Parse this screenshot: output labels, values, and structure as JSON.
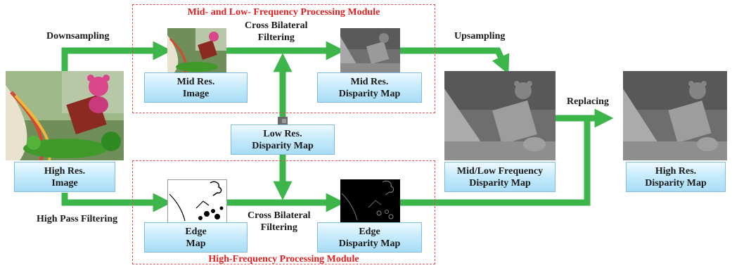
{
  "modules": {
    "mid_low": {
      "title": "Mid- and Low- Frequency Processing Module"
    },
    "high": {
      "title": "High-Frequency Processing Module"
    }
  },
  "steps": {
    "downsampling": "Downsampling",
    "cross_bilateral_top": [
      "Cross Bilateral",
      "Filtering"
    ],
    "upsampling": "Upsampling",
    "replacing": "Replacing",
    "high_pass": "High Pass Filtering",
    "cross_bilateral_bottom": [
      "Cross Bilateral",
      "Filtering"
    ]
  },
  "boxes": {
    "high_res_image": [
      "High Res.",
      "Image"
    ],
    "mid_res_image": [
      "Mid Res.",
      "Image"
    ],
    "mid_res_disparity": [
      "Mid Res.",
      "Disparity Map"
    ],
    "low_res_disparity": [
      "Low Res.",
      "Disparity Map"
    ],
    "mid_low_disparity": [
      "Mid/Low Frequency",
      "Disparity Map"
    ],
    "high_res_disparity": [
      "High Res.",
      "Disparity Map"
    ],
    "edge_map": [
      "Edge",
      "Map"
    ],
    "edge_disparity": [
      "Edge",
      "Disparity Map"
    ]
  },
  "colors": {
    "arrow": "#3cb54a",
    "module_border": "#e45050",
    "module_title": "#e02020",
    "box_border": "#7fbde0"
  }
}
